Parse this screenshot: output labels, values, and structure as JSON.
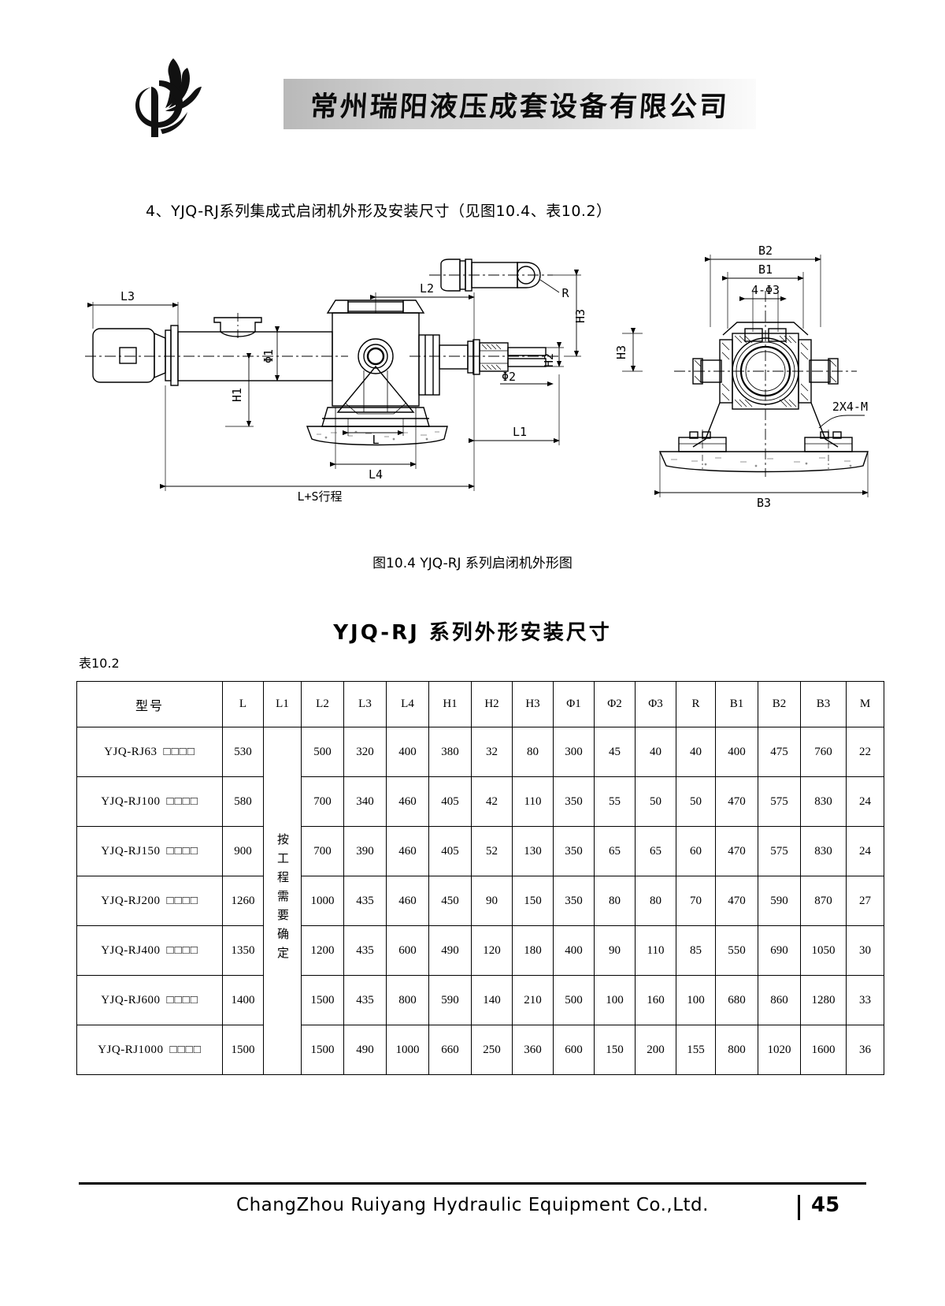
{
  "header": {
    "logo_icon": "leaf-swirl-logo",
    "company_name": "常州瑞阳液压成套设备有限公司"
  },
  "section": {
    "heading": "4、YJQ-RJ系列集成式启闭机外形及安装尺寸（见图10.4、表10.2）"
  },
  "figure": {
    "caption": "图10.4 YJQ-RJ 系列启闭机外形图",
    "labels": {
      "L3": "L3",
      "L2": "L2",
      "L1": "L1",
      "L4": "L4",
      "L": "L",
      "L_plus_S": "L+S行程",
      "H1": "H1",
      "H2": "H2",
      "H3": "H3",
      "phi1": "Φ1",
      "phi2": "Φ2",
      "R": "R",
      "B1": "B1",
      "B2": "B2",
      "B3": "B3",
      "holes": "4-Φ3",
      "thread": "2X4-M"
    }
  },
  "table": {
    "title": "YJQ-RJ 系列外形安装尺寸",
    "number": "表10.2",
    "columns": [
      "型号",
      "L",
      "L1",
      "L2",
      "L3",
      "L4",
      "H1",
      "H2",
      "H3",
      "Φ1",
      "Φ2",
      "Φ3",
      "R",
      "B1",
      "B2",
      "B3",
      "M"
    ],
    "l1_merged_text": "按工程需要确定",
    "model_suffix_boxes": "□□□□",
    "rows": [
      {
        "model": "YJQ-RJ63",
        "L": "530",
        "L2": "500",
        "L3": "320",
        "L4": "400",
        "H1": "380",
        "H2": "32",
        "H3": "80",
        "phi1": "300",
        "phi2": "45",
        "phi3": "40",
        "R": "40",
        "B1": "400",
        "B2": "475",
        "B3": "760",
        "M": "22"
      },
      {
        "model": "YJQ-RJ100",
        "L": "580",
        "L2": "700",
        "L3": "340",
        "L4": "460",
        "H1": "405",
        "H2": "42",
        "H3": "110",
        "phi1": "350",
        "phi2": "55",
        "phi3": "50",
        "R": "50",
        "B1": "470",
        "B2": "575",
        "B3": "830",
        "M": "24"
      },
      {
        "model": "YJQ-RJ150",
        "L": "900",
        "L2": "700",
        "L3": "390",
        "L4": "460",
        "H1": "405",
        "H2": "52",
        "H3": "130",
        "phi1": "350",
        "phi2": "65",
        "phi3": "65",
        "R": "60",
        "B1": "470",
        "B2": "575",
        "B3": "830",
        "M": "24"
      },
      {
        "model": "YJQ-RJ200",
        "L": "1260",
        "L2": "1000",
        "L3": "435",
        "L4": "460",
        "H1": "450",
        "H2": "90",
        "H3": "150",
        "phi1": "350",
        "phi2": "80",
        "phi3": "80",
        "R": "70",
        "B1": "470",
        "B2": "590",
        "B3": "870",
        "M": "27"
      },
      {
        "model": "YJQ-RJ400",
        "L": "1350",
        "L2": "1200",
        "L3": "435",
        "L4": "600",
        "H1": "490",
        "H2": "120",
        "H3": "180",
        "phi1": "400",
        "phi2": "90",
        "phi3": "110",
        "R": "85",
        "B1": "550",
        "B2": "690",
        "B3": "1050",
        "M": "30"
      },
      {
        "model": "YJQ-RJ600",
        "L": "1400",
        "L2": "1500",
        "L3": "435",
        "L4": "800",
        "H1": "590",
        "H2": "140",
        "H3": "210",
        "phi1": "500",
        "phi2": "100",
        "phi3": "160",
        "R": "100",
        "B1": "680",
        "B2": "860",
        "B3": "1280",
        "M": "33"
      },
      {
        "model": "YJQ-RJ1000",
        "L": "1500",
        "L2": "1500",
        "L3": "490",
        "L4": "1000",
        "H1": "660",
        "H2": "250",
        "H3": "360",
        "phi1": "600",
        "phi2": "150",
        "phi3": "200",
        "R": "155",
        "B1": "800",
        "B2": "1020",
        "B3": "1600",
        "M": "36"
      }
    ]
  },
  "footer": {
    "text": "ChangZhou Ruiyang Hydraulic Equipment Co.,Ltd.",
    "page_number": "45"
  }
}
